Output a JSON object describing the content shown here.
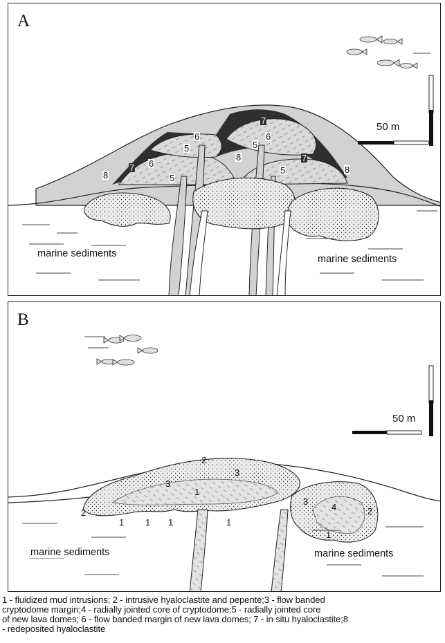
{
  "panel_a": {
    "letter": "A",
    "scale_label": "50 m",
    "sediment_left": "marine sediments",
    "sediment_right": "marine sediments",
    "numbers": [
      "7",
      "6",
      "5",
      "8",
      "7",
      "6",
      "8",
      "5",
      "5",
      "5",
      "7",
      "8",
      "6"
    ]
  },
  "panel_b": {
    "letter": "B",
    "scale_label": "50 m",
    "sediment_left": "marine sediments",
    "sediment_right": "marine sediments",
    "numbers": [
      "2",
      "3",
      "3",
      "1",
      "2",
      "1",
      "1",
      "1",
      "1",
      "3",
      "4",
      "2",
      "1"
    ]
  },
  "legend": {
    "lines": [
      "1 - fluidized mud intrusions; 2 - intrusive hyaloclastite and pepente;3 - flow banded",
      "cryptodome margin;4 - radially jointed core of cryptodome;5 - radially jointed core",
      "of new lava domes; 6 - flow banded margin of new lava domes; 7 - in situ hyaloclastite;8",
      "- redeposited hyaloclastite"
    ]
  },
  "colors": {
    "dark_fill": "#2f2f2f",
    "light_fill": "#d2d2d2",
    "pale_fill": "#e6e6e6"
  }
}
